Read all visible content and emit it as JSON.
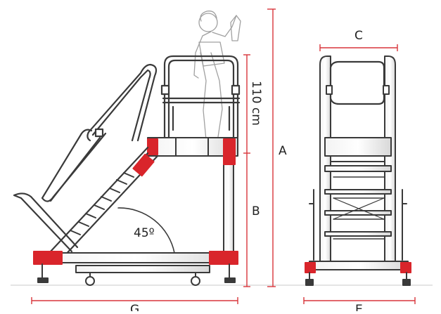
{
  "diagram": {
    "labels": {
      "A": "A",
      "B": "B",
      "C": "C",
      "E": "E",
      "G": "G",
      "height_110": "110 cm",
      "angle": "45º"
    },
    "colors": {
      "dimension": "#d9353b",
      "frame": "#3a3a3a",
      "accent": "#d9252b",
      "figure": "#9a9a9a"
    }
  }
}
